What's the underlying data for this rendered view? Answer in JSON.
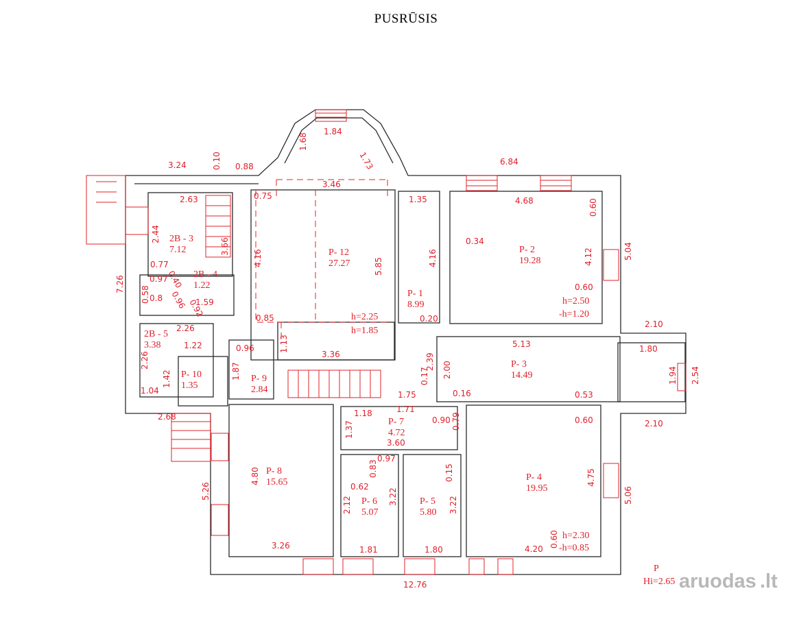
{
  "title": "PUSRŪSIS",
  "rooms": [
    {
      "id": "2B - 3",
      "area": "7.12"
    },
    {
      "id": "2B - 4",
      "area": "1.22"
    },
    {
      "id": "2B - 5",
      "area": "3.38"
    },
    {
      "id": "P- 10",
      "area": "1.35"
    },
    {
      "id": "P- 12",
      "area": "27.27"
    },
    {
      "id": "P- 1",
      "area": "8.99"
    },
    {
      "id": "P- 2",
      "area": "19.28"
    },
    {
      "id": "P- 3",
      "area": "14.49"
    },
    {
      "id": "P- 9",
      "area": "2.84"
    },
    {
      "id": "P- 7",
      "area": "4.72"
    },
    {
      "id": "P- 8",
      "area": "15.65"
    },
    {
      "id": "P- 6",
      "area": "5.07"
    },
    {
      "id": "P- 5",
      "area": "5.80"
    },
    {
      "id": "P- 4",
      "area": "19.95"
    }
  ],
  "heights": {
    "p12_h": "h=2.25",
    "p12_neg": "h=1.85",
    "p2_h": "h=2.50",
    "p2_neg": "-h=1.20",
    "p4_h": "h=2.30",
    "p4_neg": "-h=0.85"
  },
  "legend": {
    "line1": "P",
    "line2": "Hi=2.65"
  },
  "watermark": {
    "brand": "aruodas",
    "tld": ".lt"
  },
  "dimensions": [
    "3.24",
    "0.10",
    "0.88",
    "1.84",
    "1.68",
    "1.73",
    "3.46",
    "6.84",
    "2.63",
    "0.75",
    "1.35",
    "4.68",
    "0.60",
    "2.44",
    "4.16",
    "0.34",
    "3.66",
    "5.85",
    "4.16",
    "4.12",
    "5.04",
    "7.26",
    "0.77",
    "0.40",
    "0.97",
    "0.96",
    "0.92",
    "0.58",
    "0.8",
    "1.59",
    "0.85",
    "0.20",
    "0.60",
    "2.10",
    "2.26",
    "1.22",
    "1.13",
    "3.36",
    "5.13",
    "1.80",
    "0.96",
    "2.39",
    "2.26",
    "1.42",
    "1.87",
    "2.00",
    "1.94",
    "2.54",
    "0.17",
    "1.04",
    "1.75",
    "0.16",
    "0.53",
    "1.71",
    "2.68",
    "1.18",
    "0.90",
    "0.60",
    "2.10",
    "1.37",
    "0.79",
    "3.60",
    "0.97",
    "0.83",
    "0.15",
    "4.80",
    "4.75",
    "5.26",
    "0.62",
    "3.22",
    "2.12",
    "3.22",
    "5.06",
    "0.60",
    "3.26",
    "1.81",
    "1.80",
    "4.20",
    "12.76"
  ]
}
